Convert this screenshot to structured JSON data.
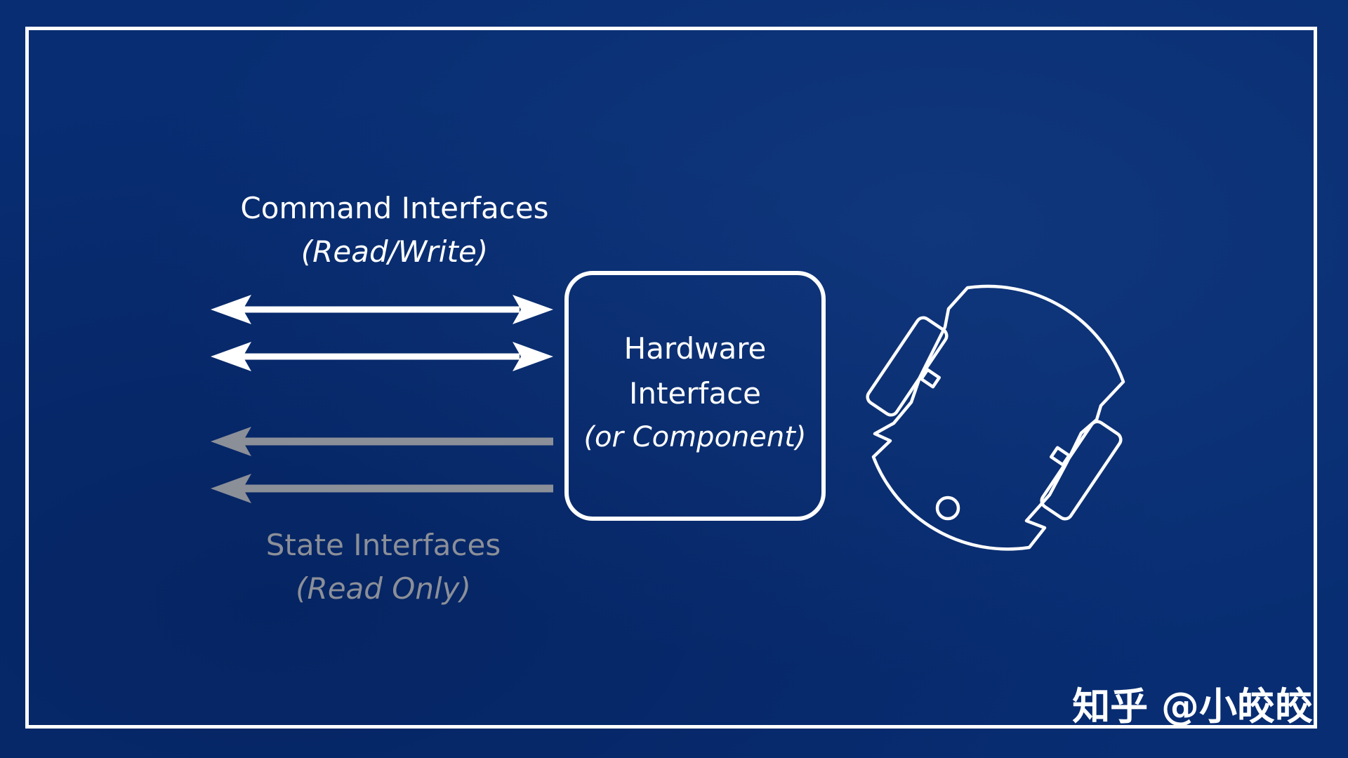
{
  "diagram": {
    "command_interfaces": {
      "title": "Command Interfaces",
      "subtitle": "(Read/Write)"
    },
    "state_interfaces": {
      "title": "State Interfaces",
      "subtitle": "(Read Only)"
    },
    "hardware_interface": {
      "line1": "Hardware",
      "line2": "Interface",
      "line3": "(or Component)"
    },
    "watermark": "知乎 @小皎皎"
  },
  "colors": {
    "background": "#082d72",
    "foreground": "#ffffff",
    "state_gray": "#8b8f98"
  }
}
